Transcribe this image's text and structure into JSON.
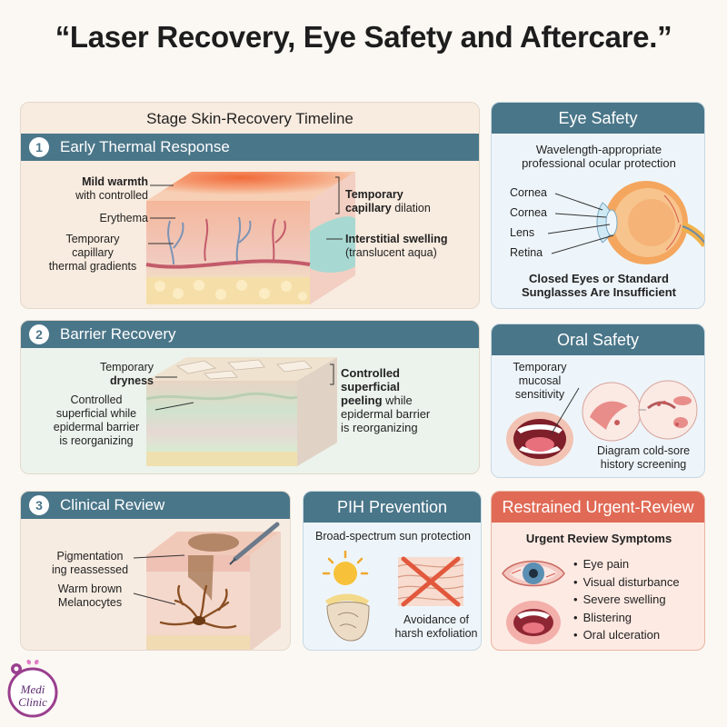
{
  "title": "“Laser Recovery, Eye Safety and Aftercare.”",
  "timeline": {
    "title": "Stage Skin-Recovery Timeline",
    "stage1": {
      "num": "1",
      "label": "Early Thermal Response",
      "mild_b": "Mild warmth",
      "mild_rest": "with controlled",
      "erythema": "Erythema",
      "gradients": [
        "Temporary",
        "capillary",
        "thermal gradients"
      ],
      "temp_b": "Temporary",
      "cap_b": "capillary",
      "cap_rest": "dilation",
      "swell_b": "Interstitial swelling",
      "swell_rest": "(translucent aqua)"
    },
    "stage2": {
      "num": "2",
      "label": "Barrier Recovery",
      "dry1": "Temporary",
      "dry_b": "dryness",
      "ctrl": [
        "Controlled",
        "superficial while",
        "epidermal barrier",
        "is reorganizing"
      ],
      "peel_b1": "Controlled",
      "peel_b2": "superficial",
      "peel_b3": "peeling",
      "peel_rest": "while",
      "peel_more": [
        "epidermal barrier",
        "is reorganizing"
      ]
    },
    "stage3": {
      "num": "3",
      "label": "Clinical Review",
      "pig": [
        "Pigmentation",
        "ing reassessed"
      ],
      "mel": [
        "Warm brown",
        "Melanocytes"
      ]
    }
  },
  "eye": {
    "header": "Eye Safety",
    "desc": [
      "Wavelength-appropriate",
      "professional ocular protection"
    ],
    "parts": [
      "Cornea",
      "Cornea",
      "Lens",
      "Retina"
    ],
    "warn": [
      "Closed Eyes or Standard",
      "Sunglasses Are Insufficient"
    ]
  },
  "oral": {
    "header": "Oral Safety",
    "sens": [
      "Temporary",
      "mucosal",
      "sensitivity"
    ],
    "cold": [
      "Diagram cold-sore",
      "history screening"
    ]
  },
  "pih": {
    "header": "PIH Prevention",
    "sun": "Broad-spectrum sun protection",
    "avoid": [
      "Avoidance of",
      "harsh exfoliation"
    ]
  },
  "urgent": {
    "header": "Restrained Urgent-Review",
    "sub": "Urgent Review Symptoms",
    "symptoms": [
      "Eye pain",
      "Visual disturbance",
      "Severe swelling",
      "Blistering",
      "Oral ulceration"
    ]
  },
  "logo": {
    "line1": "Medi",
    "line2": "Clinic"
  },
  "colors": {
    "teal": "#4a7689",
    "urgent": "#e06a55",
    "warm": "#f08a5a",
    "aqua": "#9fd9d4"
  }
}
